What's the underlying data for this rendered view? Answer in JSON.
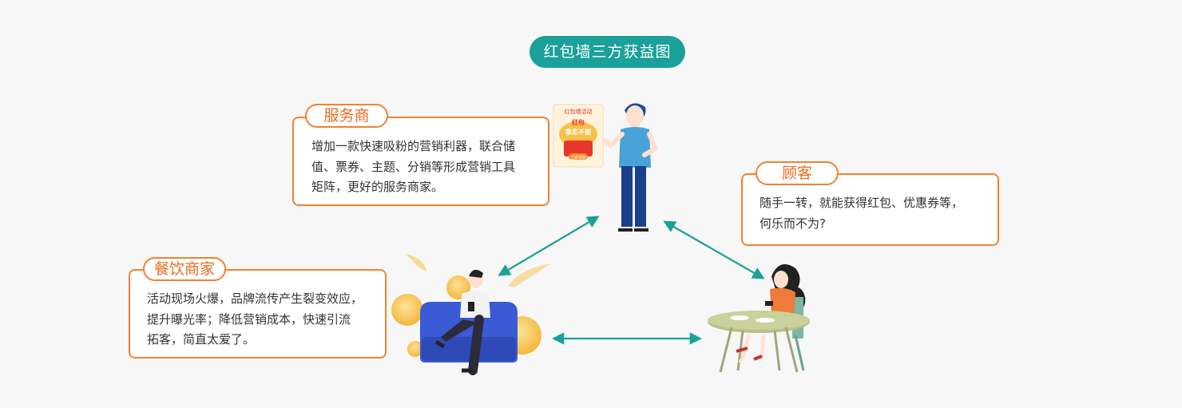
{
  "title": "红包墙三方获益图",
  "poster": {
    "line1": "红包墙活动",
    "line2": "红包",
    "line3": "拿走不谢",
    "button": "立即领取"
  },
  "cards": {
    "provider": {
      "tag": "服务商",
      "lines": [
        "增加一款快速吸粉的营销利器，联合储",
        "值、票券、主题、分销等形成营销工具",
        "矩阵，更好的服务商家。"
      ]
    },
    "customer": {
      "tag": "顾客",
      "lines": [
        "随手一转，就能获得红包、优惠券等，",
        "何乐而不为?"
      ]
    },
    "merchant": {
      "tag": "餐饮商家",
      "lines": [
        "活动现场火爆，品牌流传产生裂变效应，",
        "提升曝光率；降低营销成本，快速引流",
        "拓客，简直太爱了。"
      ]
    }
  },
  "colors": {
    "title_bg": "#1aa199",
    "accent_orange": "#f08232",
    "arrow_teal": "#1aa199"
  }
}
